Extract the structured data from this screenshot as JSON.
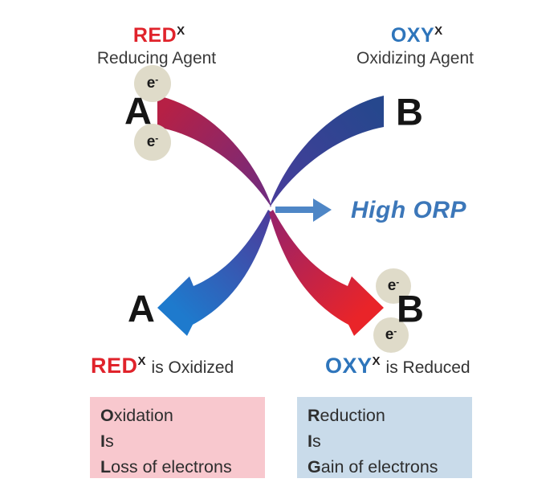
{
  "top_left": {
    "title_main": "RED",
    "title_sup": "X",
    "subtitle": "Reducing Agent"
  },
  "top_right": {
    "title_main": "OXY",
    "title_sup": "X",
    "subtitle": "Oxidizing Agent"
  },
  "species": {
    "a_top": "A",
    "b_top": "B",
    "a_bottom": "A",
    "b_bottom": "B"
  },
  "electron_label": {
    "base": "e",
    "sup": "-"
  },
  "center": {
    "label": "High ORP"
  },
  "bottom_left_caption": {
    "main": "RED",
    "sup": "X",
    "rest": "is Oxidized"
  },
  "bottom_right_caption": {
    "main": "OXY",
    "sup": "X",
    "rest": "is Reduced"
  },
  "oil_box": {
    "lines": [
      {
        "bold": "O",
        "rest": "xidation"
      },
      {
        "bold": "I",
        "rest": "s"
      },
      {
        "bold": "L",
        "rest": "oss of electrons"
      }
    ]
  },
  "rig_box": {
    "lines": [
      {
        "bold": "R",
        "rest": "eduction"
      },
      {
        "bold": "I",
        "rest": "s"
      },
      {
        "bold": "G",
        "rest": "ain of electrons"
      }
    ]
  },
  "colors": {
    "red_label": "#e0232b",
    "blue_label": "#2e75bb",
    "high_orp_text": "#3c77b9",
    "high_orp_arrow": "#4e86c6",
    "band_crimson_start": "#b62045",
    "band_purple_mid": "#6f2c80",
    "band_navy_start": "#26478d",
    "band_blueviolet_mid": "#473d9b",
    "arrow_bright_blue": "#1e7acd",
    "arrow_bright_red": "#e92429",
    "electron_circle": "#dfdbc9",
    "oil_box_bg": "#f8c8ce",
    "rig_box_bg": "#c9dbea",
    "body_text": "#333333"
  }
}
